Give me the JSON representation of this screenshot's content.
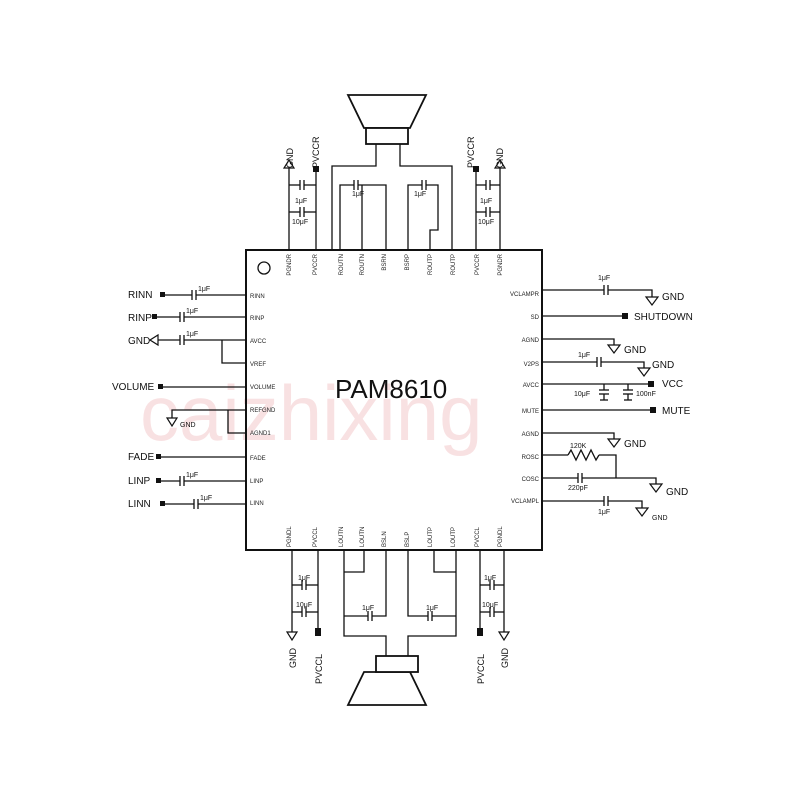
{
  "chip": {
    "name": "PAM8610",
    "pins_left": [
      "RINN",
      "RINP",
      "AVCC",
      "VREF",
      "VOLUME",
      "REFGND",
      "AGND1",
      "FADE",
      "LINP",
      "LINN"
    ],
    "pins_right": [
      "VCLAMPR",
      "SD",
      "AGND",
      "V2PS",
      "AVCC",
      "MUTE",
      "AGND",
      "ROSC",
      "COSC",
      "VCLAMPL"
    ],
    "pins_top": [
      "PGNDR",
      "PVCCR",
      "ROUTN",
      "ROUTN",
      "BSRN",
      "BSRP",
      "ROUTP",
      "ROUTP",
      "PVCCR",
      "PGNDR"
    ],
    "pins_bottom": [
      "PGNDL",
      "PVCCL",
      "LOUTN",
      "LOUTN",
      "BSLN",
      "BSLP",
      "LOUTP",
      "LOUTP",
      "PVCCL",
      "PGNDL"
    ]
  },
  "left_nets": [
    "RINN",
    "RINP",
    "GND",
    "VOLUME",
    "GND",
    "FADE",
    "LINP",
    "LINN"
  ],
  "right_nets": [
    "GND",
    "SHUTDOWN",
    "GND",
    "GND",
    "VCC",
    "MUTE",
    "GND",
    "GND",
    "GND"
  ],
  "top_nets": [
    "GND",
    "PVCCR",
    "PVCCR",
    "GND"
  ],
  "bottom_nets": [
    "GND",
    "PVCCL",
    "PVCCL",
    "GND"
  ],
  "values": {
    "cap_1uF": "1μF",
    "cap_10uF": "10μF",
    "cap_100nF": "100nF",
    "res_120K": "120K",
    "cap_220pF": "220pF"
  },
  "watermark": "caizhixing"
}
